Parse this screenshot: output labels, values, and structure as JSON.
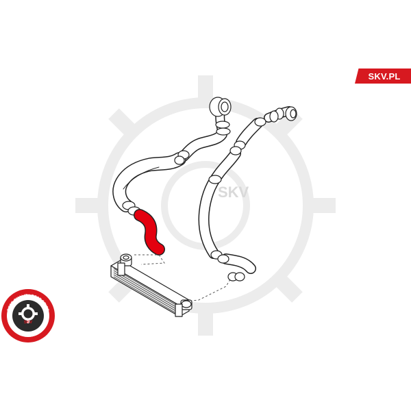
{
  "brand": {
    "label": "SKV.PL",
    "color": "#d71920"
  },
  "seal": {
    "top_text": "BEST QUALITY BEST PRICE",
    "center_text": "SKV",
    "bottom_text": "AUTO PARTS",
    "colors": {
      "outer": "#d71920",
      "inner": "#2b2b2b"
    }
  },
  "watermark": {
    "text": "SKV",
    "icon": "gear-icon"
  },
  "highlight_color": "#e3000f",
  "line_color": "#222222"
}
